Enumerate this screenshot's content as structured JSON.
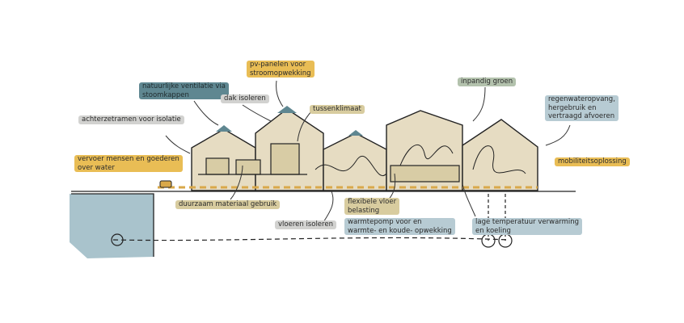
{
  "labels": {
    "pv_panels": "pv-panelen voor\nstroomopwekking",
    "ventilation": "natuurlijke ventilatie via\nstoomkappen",
    "roof_insulation": "dak isoleren",
    "intermediate_climate": "tussenklimaat",
    "secondary_glazing": "achterzetramen voor isolatie",
    "water_transport": "vervoer mensen en goederen\nover water",
    "indoor_green": "inpandig groen",
    "rainwater": "regenwateropvang,\nhergebruik en\nvertraagd afvoeren",
    "mobility": "mobiliteitsoplossing",
    "sustainable_material": "duurzaam materiaal gebruik",
    "flexible_floor": "flexibele vloer\nbelasting",
    "floor_insulation": "vloeren isoleren",
    "heat_pump": "warmtepomp voor en\nwarmte- en koude- opwekking",
    "low_temp": "lage temperatuur verwarming\nen koeling"
  },
  "colors": {
    "building": "#e6dcc2",
    "water": "#a9c3cc",
    "accent_yellow": "#e9bd55",
    "teal": "#5f8791"
  }
}
